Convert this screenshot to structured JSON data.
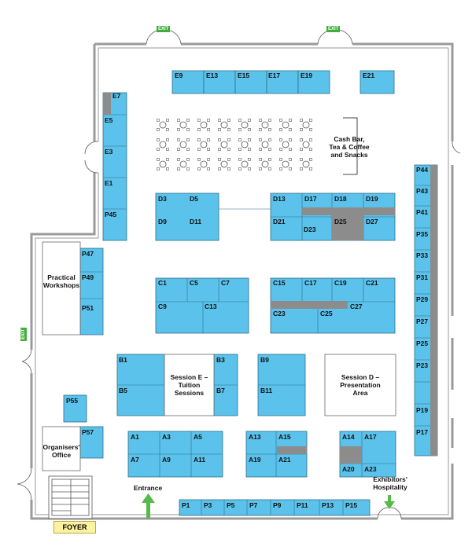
{
  "colors": {
    "stand": "#5bc2eb",
    "stand_border": "#2f6e88",
    "reserved": "#8c8c8c",
    "wall": "#9a9a9a",
    "exit": "#3fae3a",
    "arrow": "#57b947",
    "foyer": "#fdf2a0"
  },
  "exits": [
    "EXIT",
    "EXIT",
    "EXIT"
  ],
  "zones": {
    "cash_bar": "Cash Bar,\nTea & Coffee\nand Snacks",
    "practical_workshops": "Practical\nWorkshops",
    "session_e": "Session E –\nTuition\nSessions",
    "session_d": "Session D –\nPresentation\nArea",
    "organisers_office": "Organisers'\nOffice",
    "entrance": "Entrance",
    "exhibitors_hospitality": "Exhibitors'\nHospitality",
    "foyer": "FOYER"
  },
  "stands": {
    "E9": "E9",
    "E13": "E13",
    "E15": "E15",
    "E17": "E17",
    "E19": "E19",
    "E21": "E21",
    "E7": "E7",
    "E5": "E5",
    "E3": "E3",
    "E1": "E1",
    "P45": "P45",
    "D3": "D3",
    "D5": "D5",
    "D9": "D9",
    "D11": "D11",
    "D13": "D13",
    "D17": "D17",
    "D18": "D18",
    "D19": "D19",
    "D21": "D21",
    "D23": "D23",
    "D25": "D25",
    "D27": "D27",
    "P47": "P47",
    "P49": "P49",
    "P51": "P51",
    "C1": "C1",
    "C5": "C5",
    "C7": "C7",
    "C9": "C9",
    "C13": "C13",
    "C15": "C15",
    "C17": "C17",
    "C19": "C19",
    "C21": "C21",
    "C23": "C23",
    "C25": "C25",
    "C27": "C27",
    "B1": "B1",
    "B5": "B5",
    "B3": "B3",
    "B7": "B7",
    "B9": "B9",
    "B11": "B11",
    "P55": "P55",
    "P57": "P57",
    "A1": "A1",
    "A3": "A3",
    "A5": "A5",
    "A7": "A7",
    "A9": "A9",
    "A11": "A11",
    "A13": "A13",
    "A15": "A15",
    "A19": "A19",
    "A21": "A21",
    "A14": "A14",
    "A17": "A17",
    "A20": "A20",
    "A23": "A23",
    "P1": "P1",
    "P3": "P3",
    "P5": "P5",
    "P7": "P7",
    "P9": "P9",
    "P11": "P11",
    "P13": "P13",
    "P15": "P15",
    "P44": "P44",
    "P43": "P43",
    "P41": "P41",
    "P35": "P35",
    "P33": "P33",
    "P31": "P31",
    "P29": "P29",
    "P27": "P27",
    "P25": "P25",
    "P23": "P23",
    "P19": "P19",
    "P17": "P17"
  }
}
